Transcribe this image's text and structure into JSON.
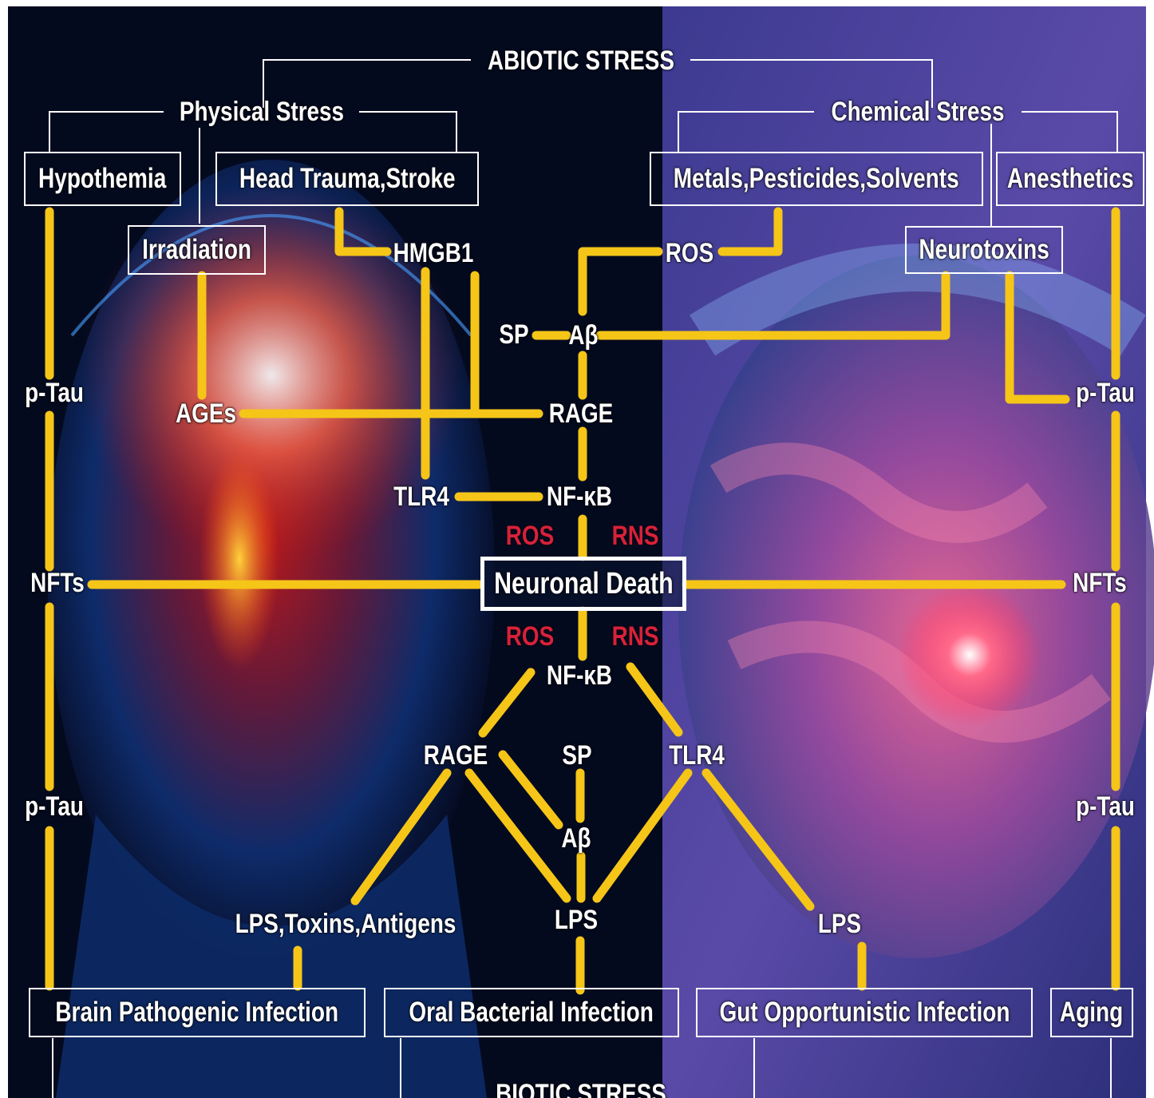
{
  "titles": {
    "abiotic": "ABIOTIC STRESS",
    "biotic": "BIOTIC STRESS"
  },
  "groups": {
    "physical": "Physical Stress",
    "chemical": "Chemical Stress"
  },
  "boxes": {
    "hypothermia": "Hypothemia",
    "head_trauma": "Head Trauma,Stroke",
    "irradiation": "Irradiation",
    "metals": "Metals,Pesticides,Solvents",
    "anesthetics": "Anesthetics",
    "neurotoxins": "Neurotoxins",
    "neuronal_death": "Neuronal Death",
    "brain_infection": "Brain Pathogenic Infection",
    "oral_infection": "Oral Bacterial Infection",
    "gut_infection": "Gut Opportunistic Infection",
    "aging": "Aging"
  },
  "nodes": {
    "hmgb1": "HMGB1",
    "ros_top": "ROS",
    "sp_top": "SP",
    "abeta_top": "Aβ",
    "rage_top": "RAGE",
    "ages": "AGEs",
    "tlr4_top": "TLR4",
    "nfkb_top": "NF-κB",
    "ros_upper": "ROS",
    "rns_upper": "RNS",
    "ros_lower": "ROS",
    "rns_lower": "RNS",
    "nfkb_bottom": "NF-κB",
    "rage_bottom": "RAGE",
    "sp_bottom": "SP",
    "tlr4_bottom": "TLR4",
    "abeta_bottom": "Aβ",
    "lps_toxins": "LPS,Toxins,Antigens",
    "lps_center": "LPS",
    "lps_right": "LPS",
    "ptau_left_top": "p-Tau",
    "nfts_left": "NFTs",
    "ptau_left_bottom": "p-Tau",
    "ptau_right_top": "p-Tau",
    "nfts_right": "NFTs",
    "ptau_right_bottom": "p-Tau"
  },
  "colors": {
    "connector": "#f5c518",
    "bracket": "#ffffff",
    "accent_red": "#d8213a"
  }
}
